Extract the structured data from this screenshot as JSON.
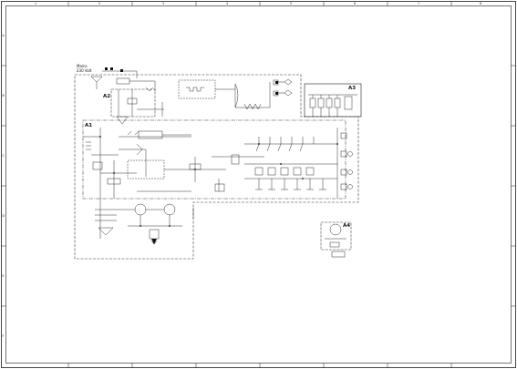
{
  "frame": {
    "col_marks": [
      "1",
      "2",
      "3",
      "4",
      "5",
      "6",
      "7",
      "8"
    ],
    "row_marks": [
      "A",
      "B",
      "C",
      "D",
      "E",
      "F"
    ]
  },
  "supply": {
    "line1": "Mains",
    "line2": "230 Volt"
  },
  "blocks": {
    "a1": "A1",
    "a2": "A2",
    "a3": "A3",
    "a4": "A4"
  },
  "colors": {
    "line": "#1a1a1a",
    "dash": "#333333",
    "paper": "#ffffff"
  }
}
